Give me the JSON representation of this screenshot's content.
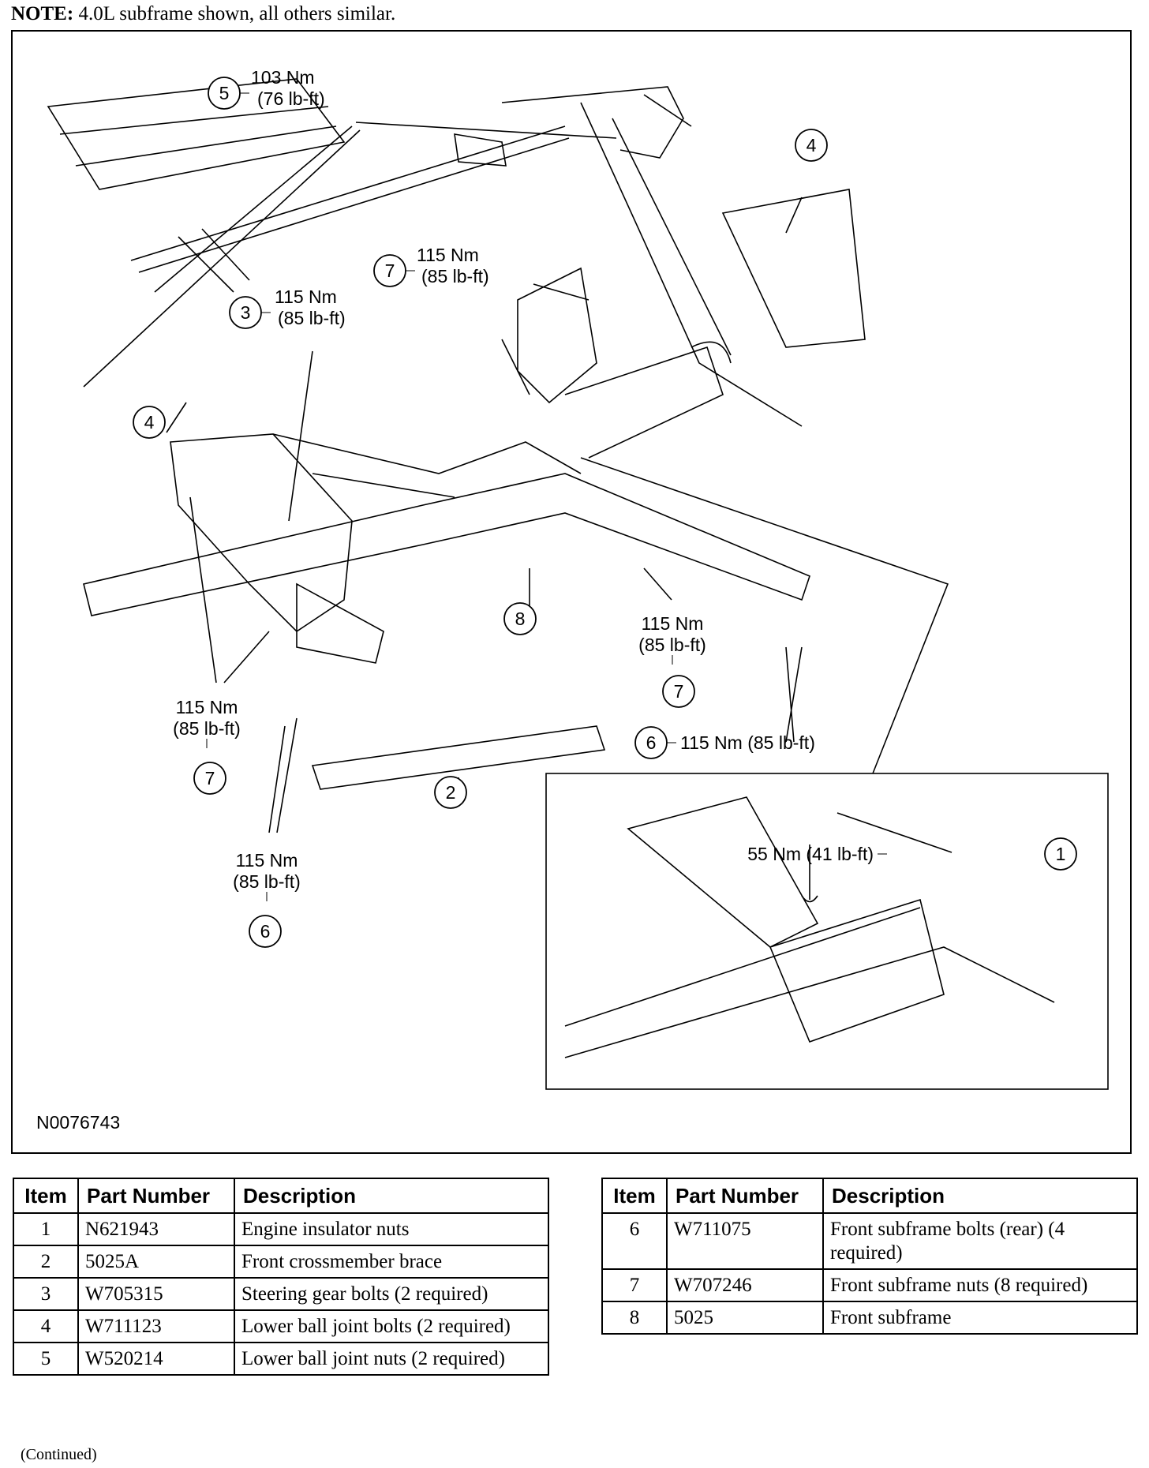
{
  "note": {
    "prefix": "NOTE:",
    "text": " 4.0L subframe shown, all others similar."
  },
  "figure_id": "N0076743",
  "callouts": [
    {
      "n": "5",
      "nm": "103 Nm",
      "lb": "(76 lb-ft)"
    },
    {
      "n": "4"
    },
    {
      "n": "7",
      "nm": "115 Nm",
      "lb": "(85 lb-ft)"
    },
    {
      "n": "3",
      "nm": "115 Nm",
      "lb": "(85 lb-ft)"
    },
    {
      "n": "4"
    },
    {
      "n": "8"
    },
    {
      "n": "7",
      "nm": "115 Nm",
      "lb": "(85 lb-ft)"
    },
    {
      "n": "7",
      "nm": "115 Nm",
      "lb": "(85 lb-ft)"
    },
    {
      "n": "6",
      "text": "115 Nm (85 lb-ft)"
    },
    {
      "n": "2"
    },
    {
      "n": "6",
      "nm": "115 Nm",
      "lb": "(85 lb-ft)"
    },
    {
      "n": "1",
      "text": "55 Nm (41 lb-ft)"
    }
  ],
  "table": {
    "headers": [
      "Item",
      "Part Number",
      "Description"
    ],
    "rows": [
      {
        "item": "1",
        "part": "N621943",
        "desc": "Engine insulator nuts"
      },
      {
        "item": "2",
        "part": "5025A",
        "desc": "Front crossmember brace"
      },
      {
        "item": "3",
        "part": "W705315",
        "desc": "Steering gear bolts (2 required)"
      },
      {
        "item": "4",
        "part": "W711123",
        "desc": "Lower ball joint bolts (2 required)"
      },
      {
        "item": "5",
        "part": "W520214",
        "desc": "Lower ball joint nuts (2 required)"
      },
      {
        "item": "6",
        "part": "W711075",
        "desc": "Front subframe bolts (rear) (4 required)"
      },
      {
        "item": "7",
        "part": "W707246",
        "desc": "Front subframe nuts (8 required)"
      },
      {
        "item": "8",
        "part": "5025",
        "desc": "Front subframe"
      }
    ]
  },
  "continued": "(Continued)"
}
